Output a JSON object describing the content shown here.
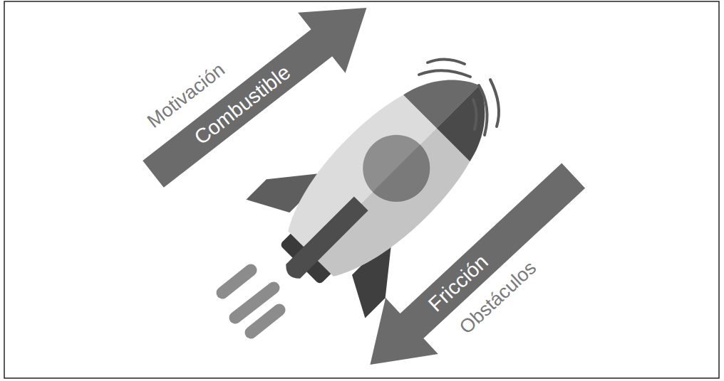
{
  "diagram": {
    "nodes": [
      {
        "text": [
          "Motivación",
          "Combustible"
        ]
      },
      {
        "text": [
          "Fricción",
          "Obstáculos"
        ]
      }
    ]
  }
}
